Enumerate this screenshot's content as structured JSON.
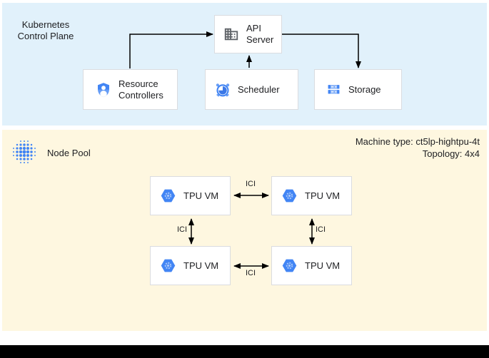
{
  "panels": {
    "control_plane": {
      "title": "Kubernetes Control Plane"
    },
    "node_pool": {
      "title": "Node Pool",
      "machine_type": "Machine type: ct5lp-hightpu-4t",
      "topology": "Topology: 4x4"
    }
  },
  "control_plane_nodes": {
    "api_server": "API Server",
    "resource_controllers": "Resource Controllers",
    "scheduler": "Scheduler",
    "storage": "Storage"
  },
  "tpu_vms": [
    {
      "label": "TPU VM"
    },
    {
      "label": "TPU VM"
    },
    {
      "label": "TPU VM"
    },
    {
      "label": "TPU VM"
    }
  ],
  "interconnect": {
    "label": "ICI"
  },
  "colors": {
    "accent_blue": "#4285F4",
    "light_blue_icon": "#8AB4F8",
    "control_plane_bg": "#E1F1FB",
    "node_pool_bg": "#FEF7E0",
    "box_border": "#DADCE0",
    "arrow": "#000000"
  }
}
